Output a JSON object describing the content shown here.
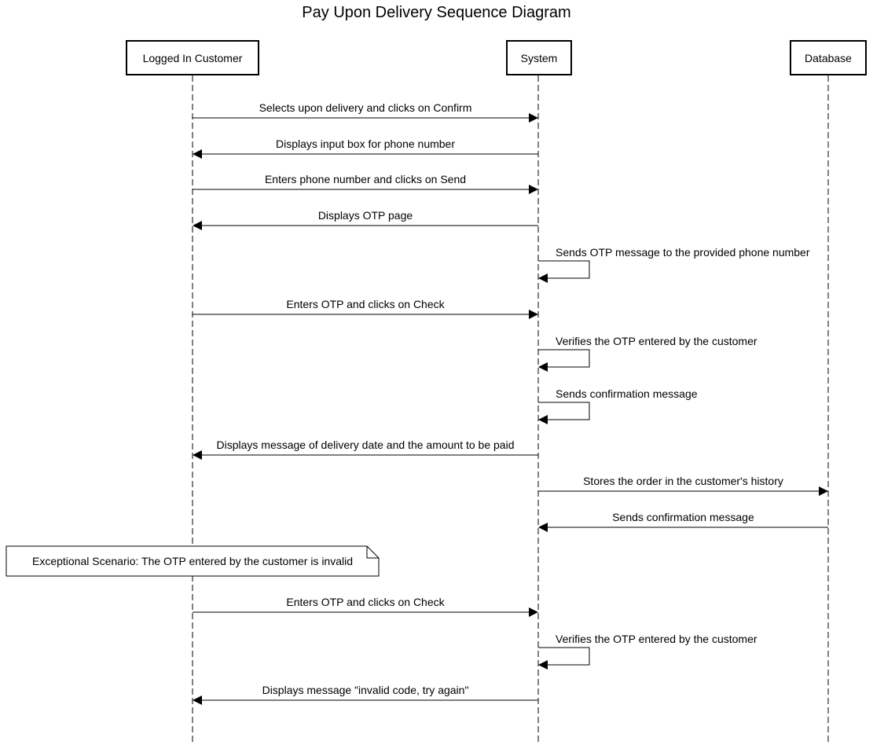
{
  "title": "Pay Upon Delivery Sequence Diagram",
  "actors": [
    {
      "id": "customer",
      "label": "Logged In Customer"
    },
    {
      "id": "system",
      "label": "System"
    },
    {
      "id": "database",
      "label": "Database"
    }
  ],
  "messages": [
    {
      "from": "customer",
      "to": "system",
      "label": "Selects upon delivery and clicks on Confirm"
    },
    {
      "from": "system",
      "to": "customer",
      "label": "Displays input box for phone number"
    },
    {
      "from": "customer",
      "to": "system",
      "label": "Enters phone number and clicks on Send"
    },
    {
      "from": "system",
      "to": "customer",
      "label": "Displays OTP page"
    },
    {
      "from": "system",
      "to": "system",
      "label": "Sends OTP message to the provided phone number"
    },
    {
      "from": "customer",
      "to": "system",
      "label": "Enters OTP and clicks on Check"
    },
    {
      "from": "system",
      "to": "system",
      "label": "Verifies the OTP entered by the customer"
    },
    {
      "from": "system",
      "to": "system",
      "label": "Sends confirmation message"
    },
    {
      "from": "system",
      "to": "customer",
      "label": "Displays message of delivery date and the amount to be paid"
    },
    {
      "from": "system",
      "to": "database",
      "label": "Stores the order in the customer's history"
    },
    {
      "from": "database",
      "to": "system",
      "label": "Sends confirmation message"
    },
    {
      "from": "customer",
      "to": "system",
      "label": "Enters OTP and clicks on Check"
    },
    {
      "from": "system",
      "to": "system",
      "label": "Verifies the OTP entered by the customer"
    },
    {
      "from": "system",
      "to": "customer",
      "label": "Displays message \"invalid code, try again\""
    }
  ],
  "note": {
    "label": "Exceptional Scenario: The OTP entered by the customer is invalid"
  }
}
